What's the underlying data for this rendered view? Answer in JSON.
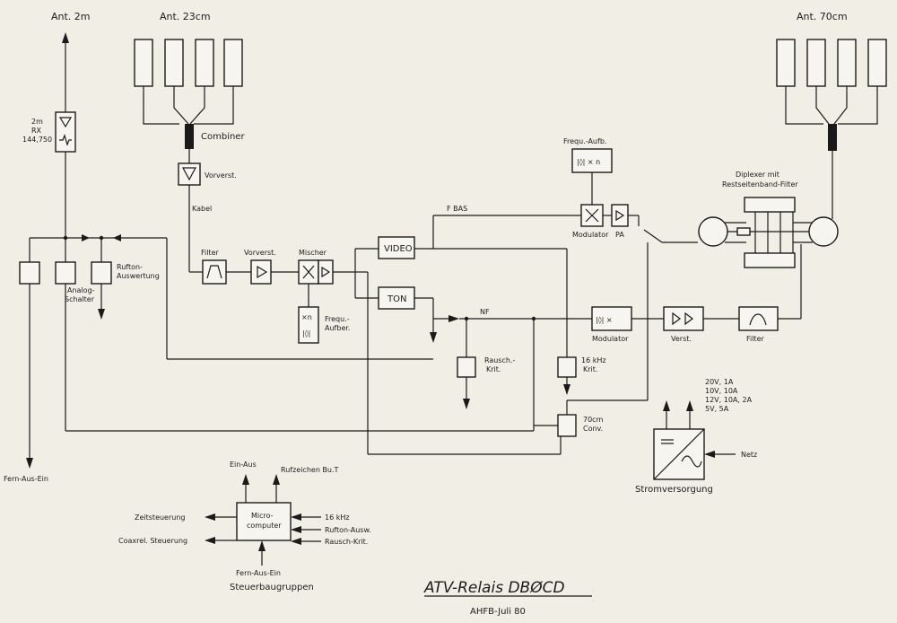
{
  "antennas": {
    "ant_2m": "Ant. 2m",
    "ant_23cm": "Ant. 23cm",
    "ant_70cm": "Ant. 70cm"
  },
  "rx2m": {
    "line1": "2m",
    "line2": "RX",
    "line3": "144,750"
  },
  "blocks": {
    "combiner": "Combiner",
    "vorverst_top": "Vorverst.",
    "kabel": "Kabel",
    "filter_23": "Filter",
    "vorverst_mid": "Vorverst.",
    "mischer": "Mischer",
    "frequ_aufber_line1": "Frequ.-",
    "frequ_aufber_line2": "Aufber.",
    "video": "VIDEO",
    "ton": "TON",
    "fbas": "F BAS",
    "nf": "NF",
    "frequ_aufb": "Frequ.-Aufb.",
    "modulator_video": "Modulator",
    "pa": "PA",
    "diplexer_line1": "Diplexer mit",
    "diplexer_line2": "Restseitenband-Filter",
    "modulator_audio": "Modulator",
    "verst": "Verst.",
    "filter_70": "Filter",
    "rausch_line1": "Rausch.-",
    "rausch_line2": "Krit.",
    "khz16_line1": "16 kHz",
    "khz16_line2": "Krit.",
    "conv_line1": "70cm",
    "conv_line2": "Conv.",
    "analog_line1": "Analog-",
    "analog_line2": "Schalter",
    "rufton_line1": "Rufton-",
    "rufton_line2": "Auswertung",
    "fern_aus_ein": "Fern-Aus-Ein"
  },
  "power": {
    "outputs": [
      "20V, 1A",
      "10V, 10A",
      "12V, 10A, 2A",
      "5V, 5A"
    ],
    "netz": "Netz",
    "label": "Stromversorgung"
  },
  "controller": {
    "center_line1": "Micro-",
    "center_line2": "computer",
    "top_left": "Ein-Aus",
    "top_right": "Rufzeichen Bu.T",
    "out_1": "Zeitsteuerung",
    "out_2": "Coaxrel. Steuerung",
    "in_1": "16 kHz",
    "in_2": "Rufton-Ausw.",
    "in_3": "Rausch-Krit.",
    "bottom": "Fern-Aus-Ein",
    "group": "Steuerbaugruppen"
  },
  "footer": {
    "title": "ATV-Relais DBØCD",
    "subtitle": "AHFB-Juli 80"
  }
}
